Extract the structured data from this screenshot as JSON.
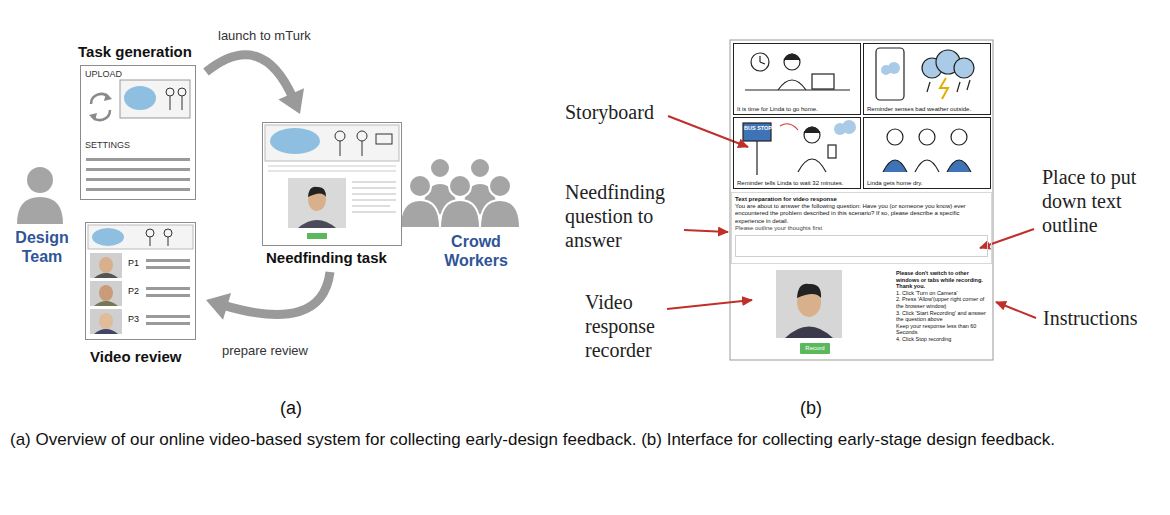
{
  "diagram": {
    "caption": "(a) Overview of our online video-based system for collecting early-design feedback. (b) Interface for collecting early-stage design feedback.",
    "nodes": [
      {
        "text": [
          "Task generation",
          "UPLOAD",
          "SETTINGS"
        ]
      },
      {
        "text": [
          "Needfinding task"
        ]
      },
      {
        "text": [
          "Video review",
          "P1",
          "P2",
          "P3"
        ]
      },
      {
        "text": [
          "Design Team"
        ]
      },
      {
        "text": [
          "Crowd Workers"
        ]
      },
      {
        "text": [
          "It is time for Linda to go home."
        ]
      },
      {
        "text": [
          "Reminder senses bad weather outside."
        ]
      },
      {
        "text": [
          "BUS STOP",
          "Reminder tells Linda to wait 32 minutes."
        ]
      },
      {
        "text": [
          "Linda gets home dry."
        ]
      },
      {
        "text": [
          "Text preparation for video response",
          "You are about to answer the following question: Have you (or someone you know) ever encountered the problem described in this scenario? If so, please describe a specific experience in detail.",
          "Please outline your thoughts first"
        ]
      },
      {
        "text": [
          "Record"
        ]
      },
      {
        "text": [
          "Please don't switch to other windows or tabs while recording. Thank you.",
          "1. Click 'Turn on Camera'",
          "2. Press 'Allow'(upper right corner of the browser window)",
          "3. Click 'Start Recording' and answer the question above",
          "Keep your response less than 60 Seconds",
          "4. Click Stop recording"
        ]
      }
    ],
    "edges": [
      {
        "from": 0,
        "to": 1,
        "label": "launch to mTurk",
        "arrow": "to"
      },
      {
        "from": 1,
        "to": 2,
        "label": "prepare review",
        "arrow": "to"
      }
    ],
    "labels": [
      "(a)",
      "(b)",
      "Storyboard",
      "Needfinding question to answer",
      "Video response recorder",
      "Place to put down text outline",
      "Instructions"
    ]
  }
}
